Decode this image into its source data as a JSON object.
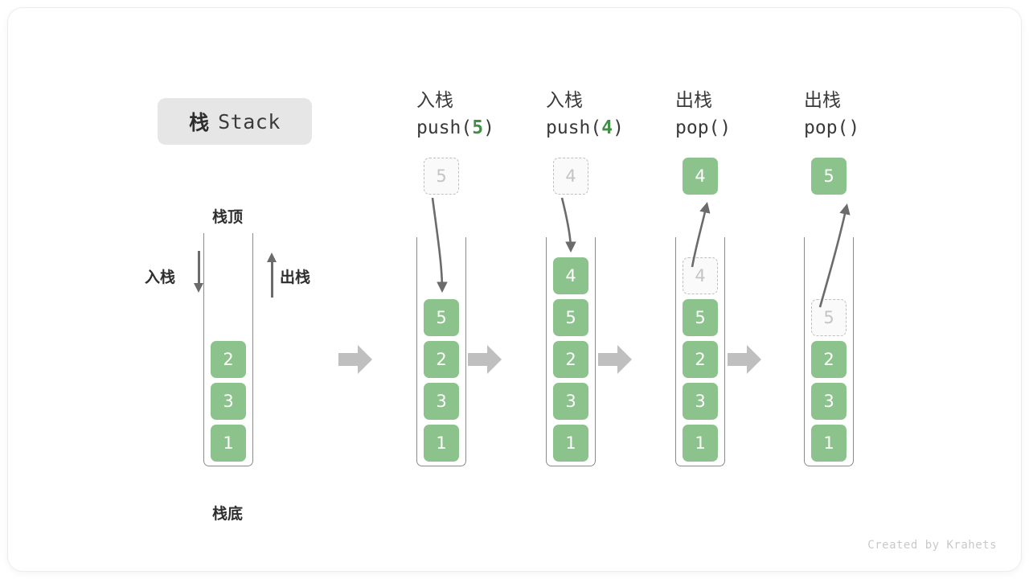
{
  "figure": {
    "title_cn": "栈",
    "title_en": "Stack",
    "credit": "Created by Krahets",
    "colors": {
      "cell_fill": "#8cc28c",
      "cell_text": "#ffffff",
      "ghost_fill": "#fafafa",
      "ghost_border": "#bfbfbf",
      "ghost_text": "#c4c4c4",
      "arrow_gray": "#6b6b6b",
      "block_arrow": "#bfbfbf",
      "accent_green": "#3f8f46",
      "badge_bg": "#e6e6e6",
      "text_dark": "#2e2e2e"
    }
  },
  "annotations": {
    "top_label": "栈顶",
    "bottom_label": "栈底",
    "push_label": "入栈",
    "pop_label": "出栈"
  },
  "columns": [
    {
      "id": "initial",
      "header_cn": "",
      "header_code_prefix": "",
      "header_code_arg": "",
      "header_code_suffix": "",
      "floating": null,
      "cells": [
        "2",
        "3",
        "1"
      ],
      "ghost_index": -1
    },
    {
      "id": "push5",
      "header_cn": "入栈",
      "header_code_prefix": "push(",
      "header_code_arg": "5",
      "header_code_suffix": ")",
      "floating": {
        "value": "5",
        "style": "ghost"
      },
      "cells": [
        "5",
        "2",
        "3",
        "1"
      ],
      "ghost_index": -1
    },
    {
      "id": "push4",
      "header_cn": "入栈",
      "header_code_prefix": "push(",
      "header_code_arg": "4",
      "header_code_suffix": ")",
      "floating": {
        "value": "4",
        "style": "ghost"
      },
      "cells": [
        "4",
        "5",
        "2",
        "3",
        "1"
      ],
      "ghost_index": -1
    },
    {
      "id": "pop1",
      "header_cn": "出栈",
      "header_code_prefix": "pop(",
      "header_code_arg": "",
      "header_code_suffix": ")",
      "floating": {
        "value": "4",
        "style": "solid"
      },
      "cells": [
        "4",
        "5",
        "2",
        "3",
        "1"
      ],
      "ghost_index": 0
    },
    {
      "id": "pop2",
      "header_cn": "出栈",
      "header_code_prefix": "pop(",
      "header_code_arg": "",
      "header_code_suffix": ")",
      "floating": {
        "value": "5",
        "style": "solid"
      },
      "cells": [
        "5",
        "2",
        "3",
        "1"
      ],
      "ghost_index": 0
    }
  ]
}
